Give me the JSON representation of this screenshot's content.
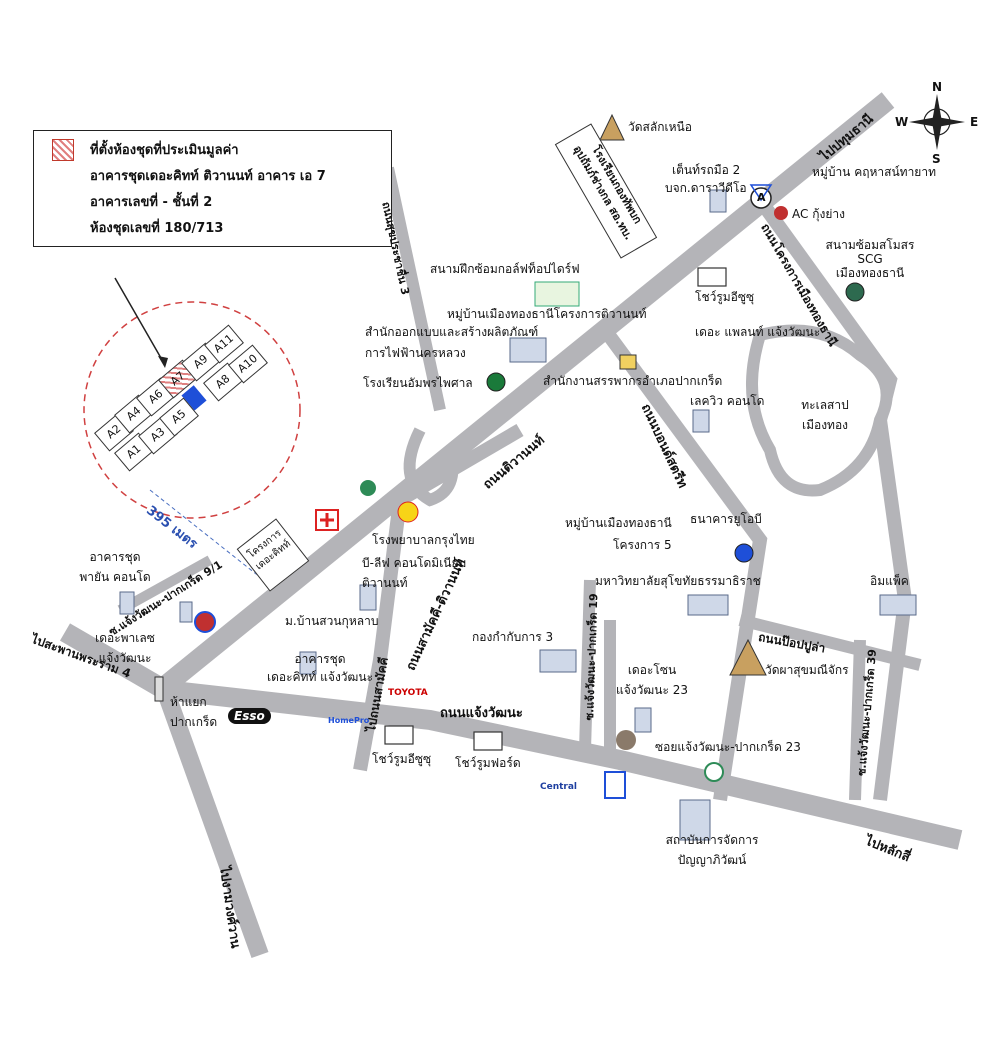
{
  "legend": {
    "line1": "ที่ตั้งห้องชุดที่ประเมินมูลค่า",
    "line2": "อาคารชุดเดอะคิทท์ ติวานนท์ อาคาร เอ 7",
    "line3": "อาคารเลขที่ -      ชั้นที่ 2",
    "line4": "ห้องชุดเลขที่ 180/713"
  },
  "compass": {
    "n": "N",
    "s": "S",
    "e": "E",
    "w": "W"
  },
  "units": [
    "A1",
    "A2",
    "A3",
    "A4",
    "A5",
    "A6",
    "A7",
    "A8",
    "A9",
    "A10",
    "A11"
  ],
  "distance": "395 เมตร",
  "project_box": "โครงการ\nเดอะคิทท์",
  "road_marker": "A",
  "roads": {
    "tiwanon": "ถนนติวานนท์",
    "to_pathum": "ไปปทุมธานี",
    "to_laksi": "ไปหลักสี่",
    "to_nonthaburi": "ไปงามวงศ์วาน",
    "to_pharam4": "ไปสะพานพระราม 4",
    "to_samakkhi": "ไปถนนสามัคคี",
    "chaeng": "ถนนแจ้งวัฒนะ",
    "bondstreet": "ถนนบอนด์สตรีท",
    "samakkhi_tiwanon": "ถนนสามัคคี-ติวานนท์",
    "muang_thong": "ถนนโครงการเมืองทองธานี",
    "popular": "ถนนป๊อปปูล่า",
    "soi_prachachuen": "ถนนสุขประชาชื่น 3",
    "soi_sanlak": "ซ.วัดสลักเหนือ",
    "soi_pakkret91": "ซ.แจ้งวัฒนะ-ปากเกร็ด 9/1",
    "soi_pakkret19": "ซ.แจ้งวัฒนะ-ปากเกร็ด 19",
    "soi_pakkret39": "ซ.แจ้งวัฒนะ-ปากเกร็ด 39"
  },
  "places": {
    "wat_sanlak": "วัดสลักเหนือ",
    "school_ext": "โรงเรียนกองทัพบก\nอุปถัมภ์ช่างกล สอ.ทบ.",
    "center2": "เต็นท์รถมือ 2",
    "dara": "บจก.ดาราวีดีโอ",
    "ac": "AC กุ้งย่าง",
    "village_kotcha": "หมู่บ้าน คฤหาสน์ทายาท",
    "scg_stadium": "สนามซ้อมสโมสร SCG\nเมืองทองธานี",
    "golf": "สนามฝึกซ้อมกอล์ฟท็อปไดร์ฟ",
    "village_mt": "หมู่บ้านเมืองทองธานีโครงการติวานนท์",
    "design_office": "สำนักออกแบบและสร้างผลิตภัณฑ์\nการไฟฟ้านครหลวง",
    "showroom_isuzu1": "โชว์รูมอีซูซุ",
    "the_planet": "เดอะ แพลนท์ แจ้งวัฒนะ",
    "school_ammon": "โรงเรียนอัมพรไพศาล",
    "revenue": "สำนักงานสรรพากรอำเภอปากเกร็ด",
    "lake": "ทะเลสาป\nเมืองทอง",
    "lake_view": "เลควิว คอนโด",
    "hospital": "โรงพยาบาลกรุงไทย",
    "village_mt5": "หมู่บ้านเมืองทองธานี\nโครงการ 5",
    "uob": "ธนาคารยูโอบี",
    "condo_payan": "อาคารชุด\nพายัน คอนโด",
    "b_life": "บี-ลีฟ คอนโดมิเนียม\nติวานนท์",
    "stou": "มหาวิทยาลัยสุโขทัยธรรมาธิราช",
    "impact": "อิมแพ็ค",
    "the_palace": "เดอะพาเลซ\nแจ้งวัฒนะ",
    "village_suan": "ม.บ้านสวนกุหลาบ",
    "army": "กองกำกับการ 3",
    "wat_phrachum": "วัดผาสุขมณีจักร",
    "the_kith": "อาคารชุด\nเดอะคิทท์ แจ้งวัฒนะ",
    "the_zone": "เดอะโซน\nแจ้งวัฒนะ 23",
    "intersection": "ห้าแยก\nปากเกร็ด",
    "showroom_isuzu2": "โชว์รูมอีซูซุ",
    "showroom_ford": "โชว์รูมฟอร์ด",
    "soi23": "ซอยแจ้งวัฒนะ-ปากเกร็ด 23",
    "panya": "สถาบันการจัดการ\nปัญญาภิวัฒน์"
  },
  "logos": {
    "esso": "Esso",
    "toyota": "TOYOTA",
    "central": "Central",
    "homepro": "HomePro"
  },
  "colors": {
    "road": "#b4b4b8",
    "road_edge": "#9a9aa0",
    "circle": "#d04040",
    "blue_unit": "#1e4fd8"
  }
}
